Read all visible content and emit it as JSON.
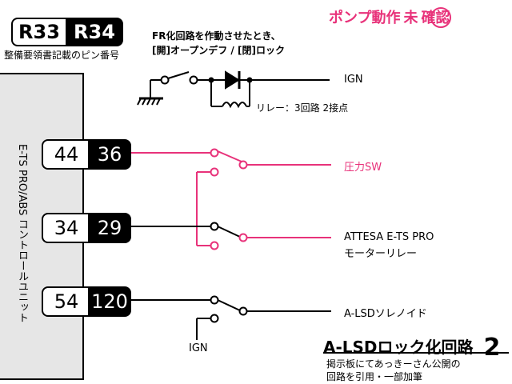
{
  "header": {
    "model_a": "R33",
    "model_b": "R34",
    "subtitle": "整備要領書記載のピン番号",
    "title_pre": "ポンプ動作",
    "title_circle": "未",
    "title_post": "確認"
  },
  "instruction": {
    "line1": "FR化回路を作動させたとき、",
    "line2": "[開]オープンデフ / [閉]ロック"
  },
  "relay_note": "リレー：3回路 2接点",
  "ecu_label": "E-TS PRO/ABS コントロールユニット",
  "pins": [
    {
      "r33": "44",
      "r34": "36"
    },
    {
      "r33": "34",
      "r34": "29"
    },
    {
      "r33": "54",
      "r34": "120"
    }
  ],
  "outputs": {
    "ign_top": "IGN",
    "pressure_sw": "圧力SW",
    "attesa_line1": "ATTESA E-TS PRO",
    "attesa_line2": "モーターリレー",
    "alsd": "A-LSDソレノイド",
    "ign_bottom": "IGN"
  },
  "footer": {
    "title": "A-LSDロック化回路",
    "number": "2",
    "note_line1": "掲示板にてあっきーさん公開の",
    "note_line2": "回路を引用・一部加筆"
  },
  "colors": {
    "wire": "#000000",
    "accent": "#e8327a",
    "ecu_fill": "#e6e6e6"
  }
}
